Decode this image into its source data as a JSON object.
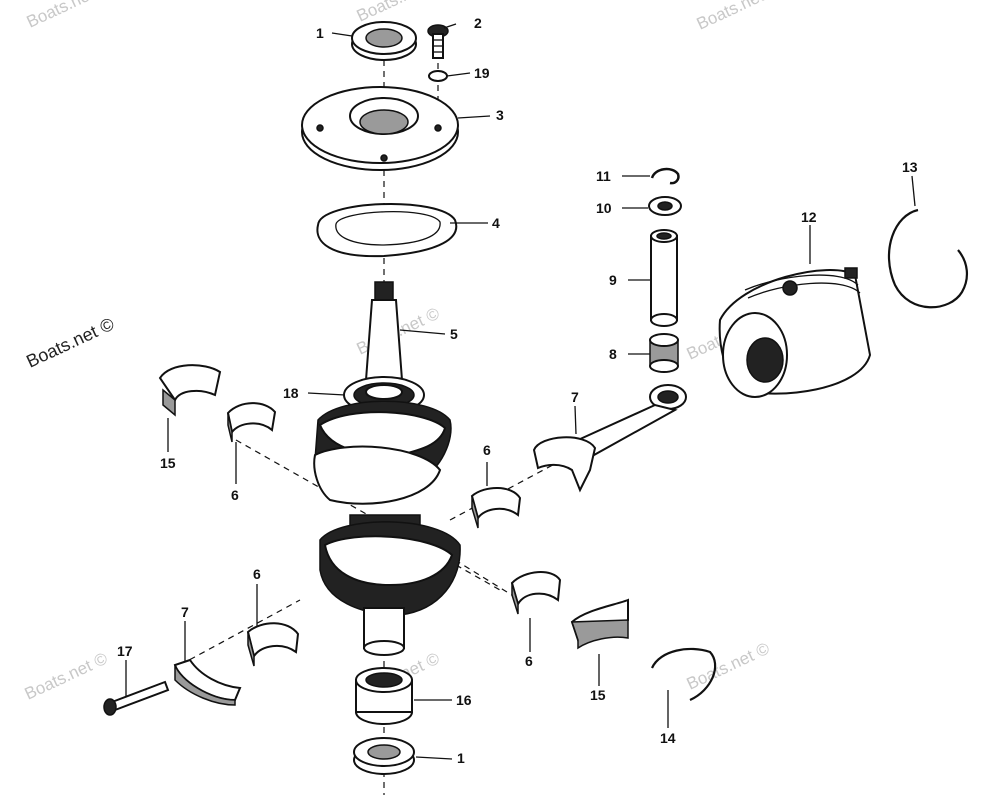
{
  "watermarks": {
    "main": "Boats.net ©",
    "faint": "Boats.net ©"
  },
  "callouts": {
    "c1_top": "1",
    "c2": "2",
    "c19": "19",
    "c3": "3",
    "c4": "4",
    "c5": "5",
    "c18": "18",
    "c15_left": "15",
    "c6_upper_left": "6",
    "c6_upper_right": "6",
    "c6_lower_left": "6",
    "c6_lower_right": "6",
    "c7_rod": "7",
    "c7_cap": "7",
    "c17": "17",
    "c16": "16",
    "c1_bottom": "1",
    "c15_right": "15",
    "c14": "14",
    "c11": "11",
    "c10": "10",
    "c9": "9",
    "c8": "8",
    "c12": "12",
    "c13": "13"
  }
}
